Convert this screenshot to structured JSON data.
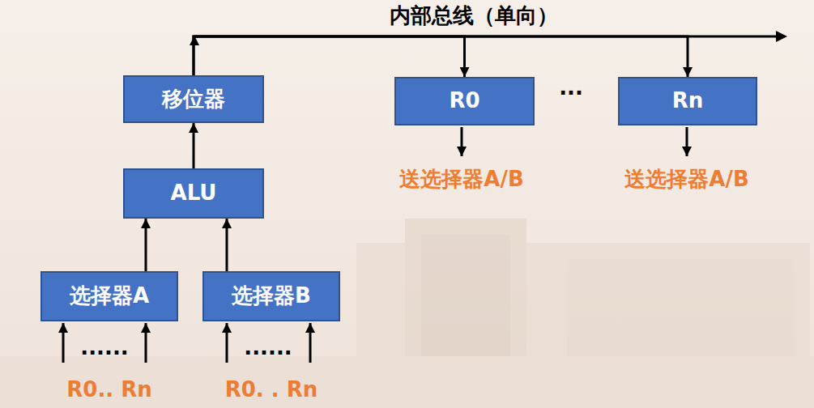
{
  "diagram": {
    "nodes": [
      {
        "text": [
          "移位器"
        ]
      },
      {
        "text": [
          "R0"
        ]
      },
      {
        "text": [
          "Rn"
        ]
      },
      {
        "text": [
          "ALU"
        ]
      },
      {
        "text": [
          "选择器A"
        ]
      },
      {
        "text": [
          "选择器B"
        ]
      }
    ],
    "edges": [
      {
        "from": 3,
        "to": 0,
        "arrow": "to"
      },
      {
        "from": 0,
        "to": 1,
        "arrow": "to"
      },
      {
        "from": 0,
        "to": 2,
        "arrow": "to"
      },
      {
        "from": 4,
        "to": 3,
        "arrow": "to"
      },
      {
        "from": 5,
        "to": 3,
        "arrow": "to"
      }
    ],
    "labels": [
      "内部总线（单向）",
      "···",
      "送选择器A/B",
      "送选择器A/B",
      "......",
      "R0.. Rn",
      "......",
      "R0. . Rn"
    ]
  }
}
